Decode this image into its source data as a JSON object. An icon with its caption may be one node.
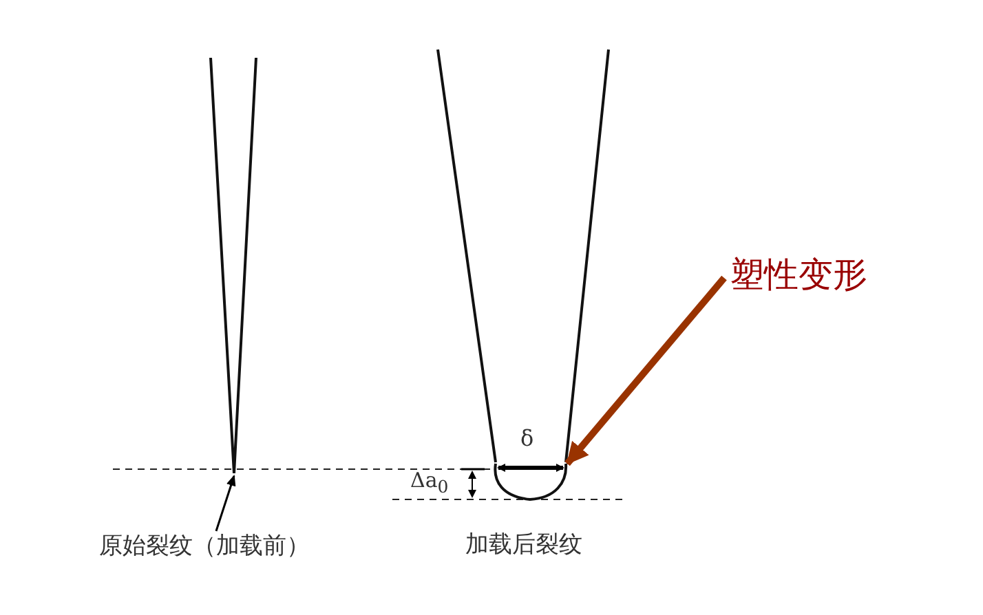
{
  "diagram": {
    "nodes": [
      {
        "text": [
          "原始裂纹（加载前）"
        ]
      },
      {
        "text": [],
        "shape": "wedge"
      },
      {
        "text": [
          "塑性变形"
        ]
      },
      {
        "text": [],
        "shape": "arc"
      }
    ],
    "edges": [
      {
        "from": 0,
        "to": 1,
        "arrow": "to"
      },
      {
        "from": 2,
        "to": 3,
        "arrow": "to",
        "style": "thick",
        "color": "#993300"
      }
    ],
    "labels": [
      "δ",
      "Δa$_{0}$",
      "加载后裂纹"
    ]
  }
}
